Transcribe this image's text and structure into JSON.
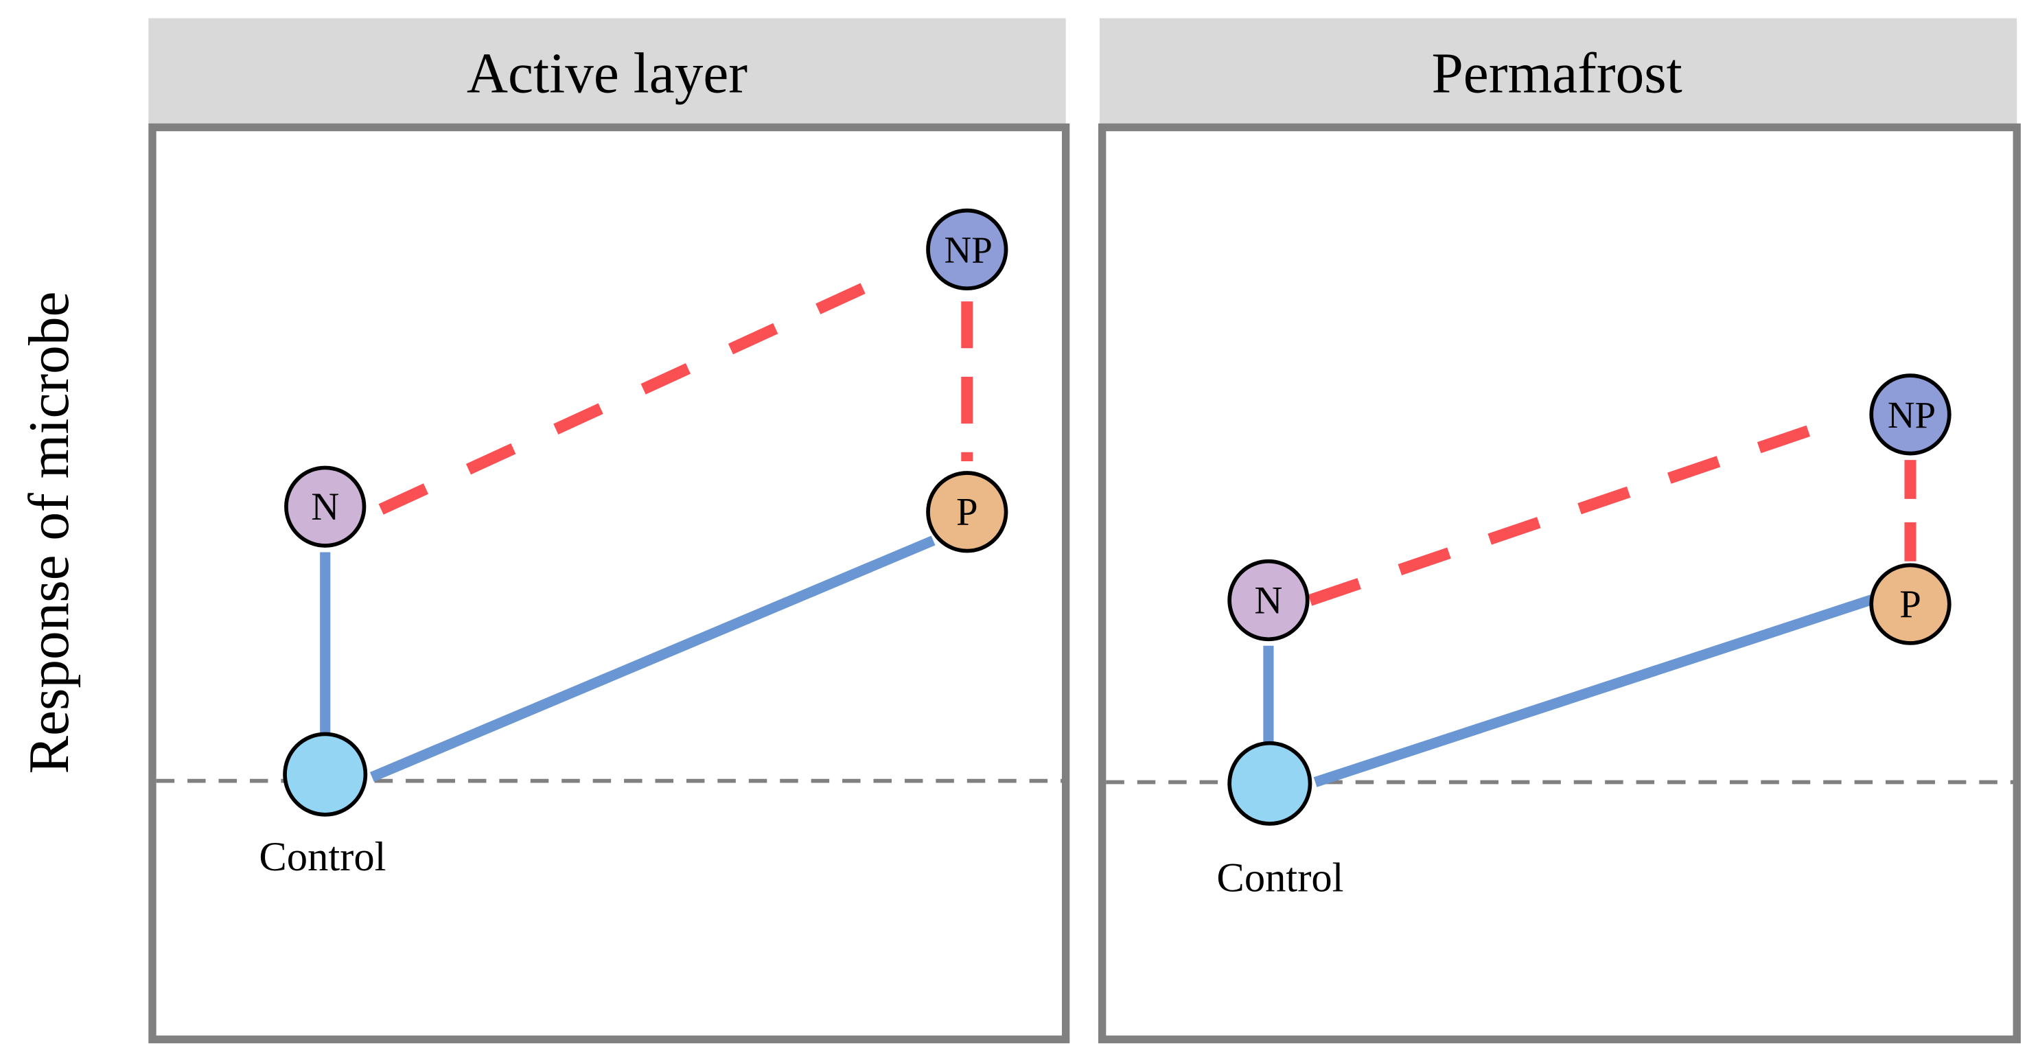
{
  "y_axis_label": "Response of microbe",
  "colors": {
    "header_bg": "#D9D9D9",
    "frame": "#808080",
    "baseline": "#808080",
    "solid_link": "#6A96D4",
    "dashed_link": "#FA5053",
    "control": "#93D5F2",
    "N": "#CDB4D6",
    "P": "#EBB887",
    "NP": "#8E9DD8"
  },
  "panels": [
    {
      "title": "Active layer",
      "nodes": {
        "control": "",
        "N": "N",
        "P": "P",
        "NP": "NP"
      },
      "control_label": "Control"
    },
    {
      "title": "Permafrost",
      "nodes": {
        "control": "",
        "N": "N",
        "P": "P",
        "NP": "NP"
      },
      "control_label": "Control"
    }
  ]
}
